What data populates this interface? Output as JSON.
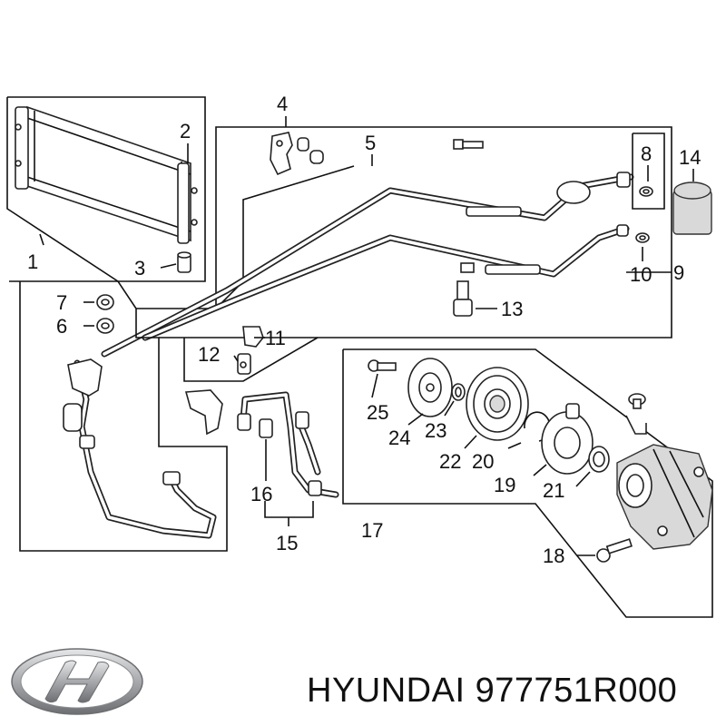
{
  "callouts": {
    "p1": "1",
    "p2": "2",
    "p3": "3",
    "p4": "4",
    "p5": "5",
    "p6": "6",
    "p7": "7",
    "p8": "8",
    "p9": "9",
    "p10": "10",
    "p11": "11",
    "p12": "12",
    "p13": "13",
    "p14": "14",
    "p15": "15",
    "p16": "16",
    "p17": "17",
    "p18": "18",
    "p19": "19",
    "p20": "20",
    "p21": "21",
    "p22": "22",
    "p23": "23",
    "p24": "24",
    "p25": "25"
  },
  "footer": {
    "part_caption": "HYUNDAI 977751R000",
    "logo": "hyundai-logo",
    "colors": {
      "logo_silver": "#a7a9ac",
      "text": "#111111"
    }
  }
}
